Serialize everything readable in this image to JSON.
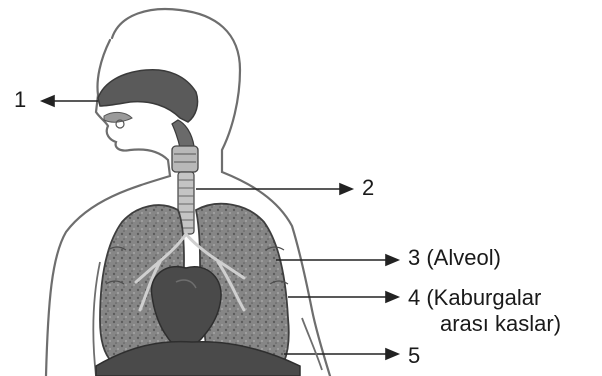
{
  "labels": {
    "l1": "1",
    "l2": "2",
    "l3": "3 (Alveol)",
    "l4_line1": "4 (Kaburgalar",
    "l4_line2": "arası kaslar)",
    "l5": "5"
  },
  "colors": {
    "outline": "#6e6e6e",
    "lung_fill": "#7d7d7d",
    "dark_fill": "#4a4a4a",
    "text": "#1a1a1a",
    "arrow": "#222222"
  }
}
